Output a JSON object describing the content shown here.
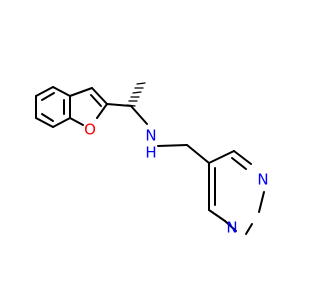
{
  "molecule": {
    "atom_labels": {
      "oxygen": "O",
      "amine_nitrogen": "N",
      "amine_hydrogen": "H",
      "pyrimidine_n1": "N",
      "pyrimidine_n3": "N"
    },
    "colors": {
      "bond": "#000000",
      "oxygen": "#ff0000",
      "nitrogen": "#0000ff",
      "background": "#ffffff"
    }
  }
}
